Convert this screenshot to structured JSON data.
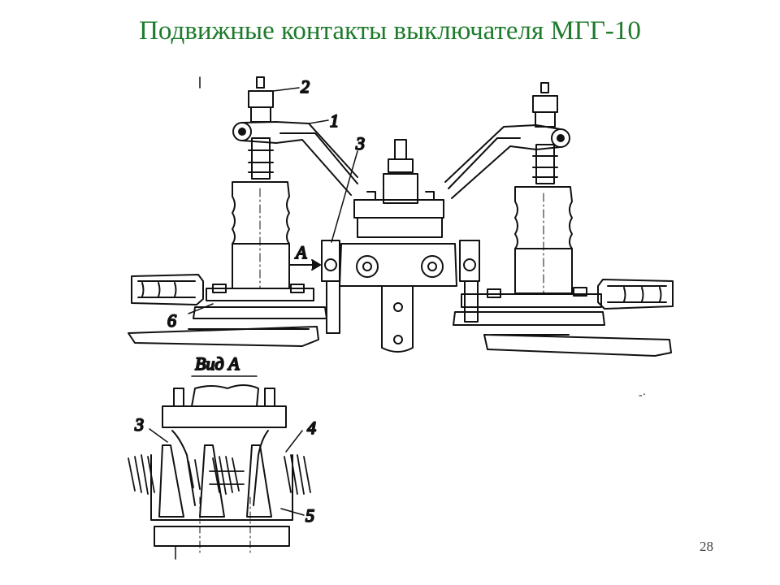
{
  "slide": {
    "title": "Подвижные контакты выключателя МГГ-10",
    "page_number": "28"
  },
  "diagram": {
    "callouts_main": {
      "lever": "1",
      "top_nut": "2",
      "contact": "3",
      "base": "6",
      "view_arrow": "А"
    },
    "view_a": {
      "caption": "Вид А",
      "callout_contact": "3",
      "callout_spring": "4",
      "callout_base": "5"
    }
  }
}
